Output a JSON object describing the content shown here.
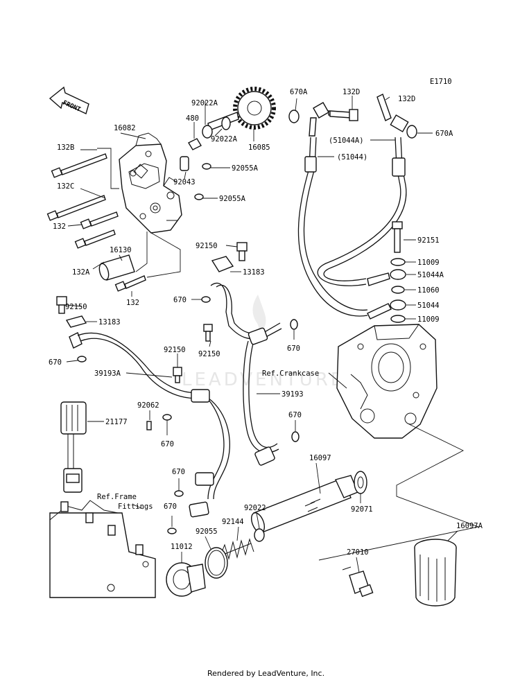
{
  "diagram_code": "E1710",
  "front_label": "FRONT",
  "watermark": "LEADVENTURE",
  "footer": "Rendered by LeadVenture, Inc.",
  "refs": {
    "crankcase": "Ref.Crankcase",
    "frame_1": "Ref.Frame",
    "frame_2": "Fittings"
  },
  "labels": {
    "p670a_top": "670A",
    "p132d_a": "132D",
    "p132d_b": "132D",
    "p670a_r": "670A",
    "p51044a_paren": "(51044A)",
    "p51044_paren": "(51044)",
    "p92022a_1": "92022A",
    "p480": "480",
    "p92022a_2": "92022A",
    "p16085": "16085",
    "p16082": "16082",
    "p132b": "132B",
    "p92055a_1": "92055A",
    "p92043": "92043",
    "p132c": "132C",
    "p92055a_2": "92055A",
    "p132": "132",
    "p16130": "16130",
    "p132a": "132A",
    "p132_b": "132",
    "p92150_1": "92150",
    "p13183_1": "13183",
    "p92151": "92151",
    "p11009_1": "11009",
    "p51044a": "51044A",
    "p11060": "11060",
    "p51044": "51044",
    "p11009_2": "11009",
    "p670_1": "670",
    "p92150_2": "92150",
    "p13183_2": "13183",
    "p670_2": "670",
    "p92150_3": "92150",
    "p670_3": "670",
    "p92150_4": "92150",
    "p39193a": "39193A",
    "p39193": "39193",
    "p92062": "92062",
    "p21177": "21177",
    "p670_4": "670",
    "p670_5": "670",
    "p670_6": "670",
    "p670_7": "670",
    "p16097": "16097",
    "p92022": "92022",
    "p92144": "92144",
    "p92071": "92071",
    "p92055": "92055",
    "p11012": "11012",
    "p16097a": "16097A",
    "p27010": "27010"
  }
}
